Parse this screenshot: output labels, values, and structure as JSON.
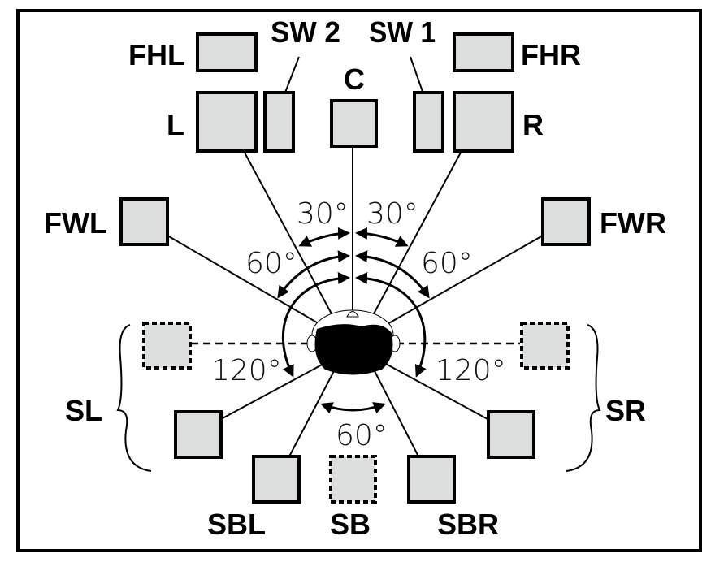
{
  "figure": {
    "title": "Speaker placement diagram",
    "speakers": {
      "FHL": "FHL",
      "FHR": "FHR",
      "SW2": "SW 2",
      "SW1": "SW 1",
      "C": "C",
      "L": "L",
      "R": "R",
      "FWL": "FWL",
      "FWR": "FWR",
      "SL": "SL",
      "SR": "SR",
      "SBL": "SBL",
      "SB": "SB",
      "SBR": "SBR"
    },
    "angles": {
      "front_left_30": "30°",
      "front_right_30": "30°",
      "front_left_60": "60°",
      "front_right_60": "60°",
      "side_left_120": "120°",
      "side_right_120": "120°",
      "back_60": "60°"
    },
    "colors": {
      "speaker_fill": "#dcdddd",
      "outline": "#000000"
    }
  }
}
